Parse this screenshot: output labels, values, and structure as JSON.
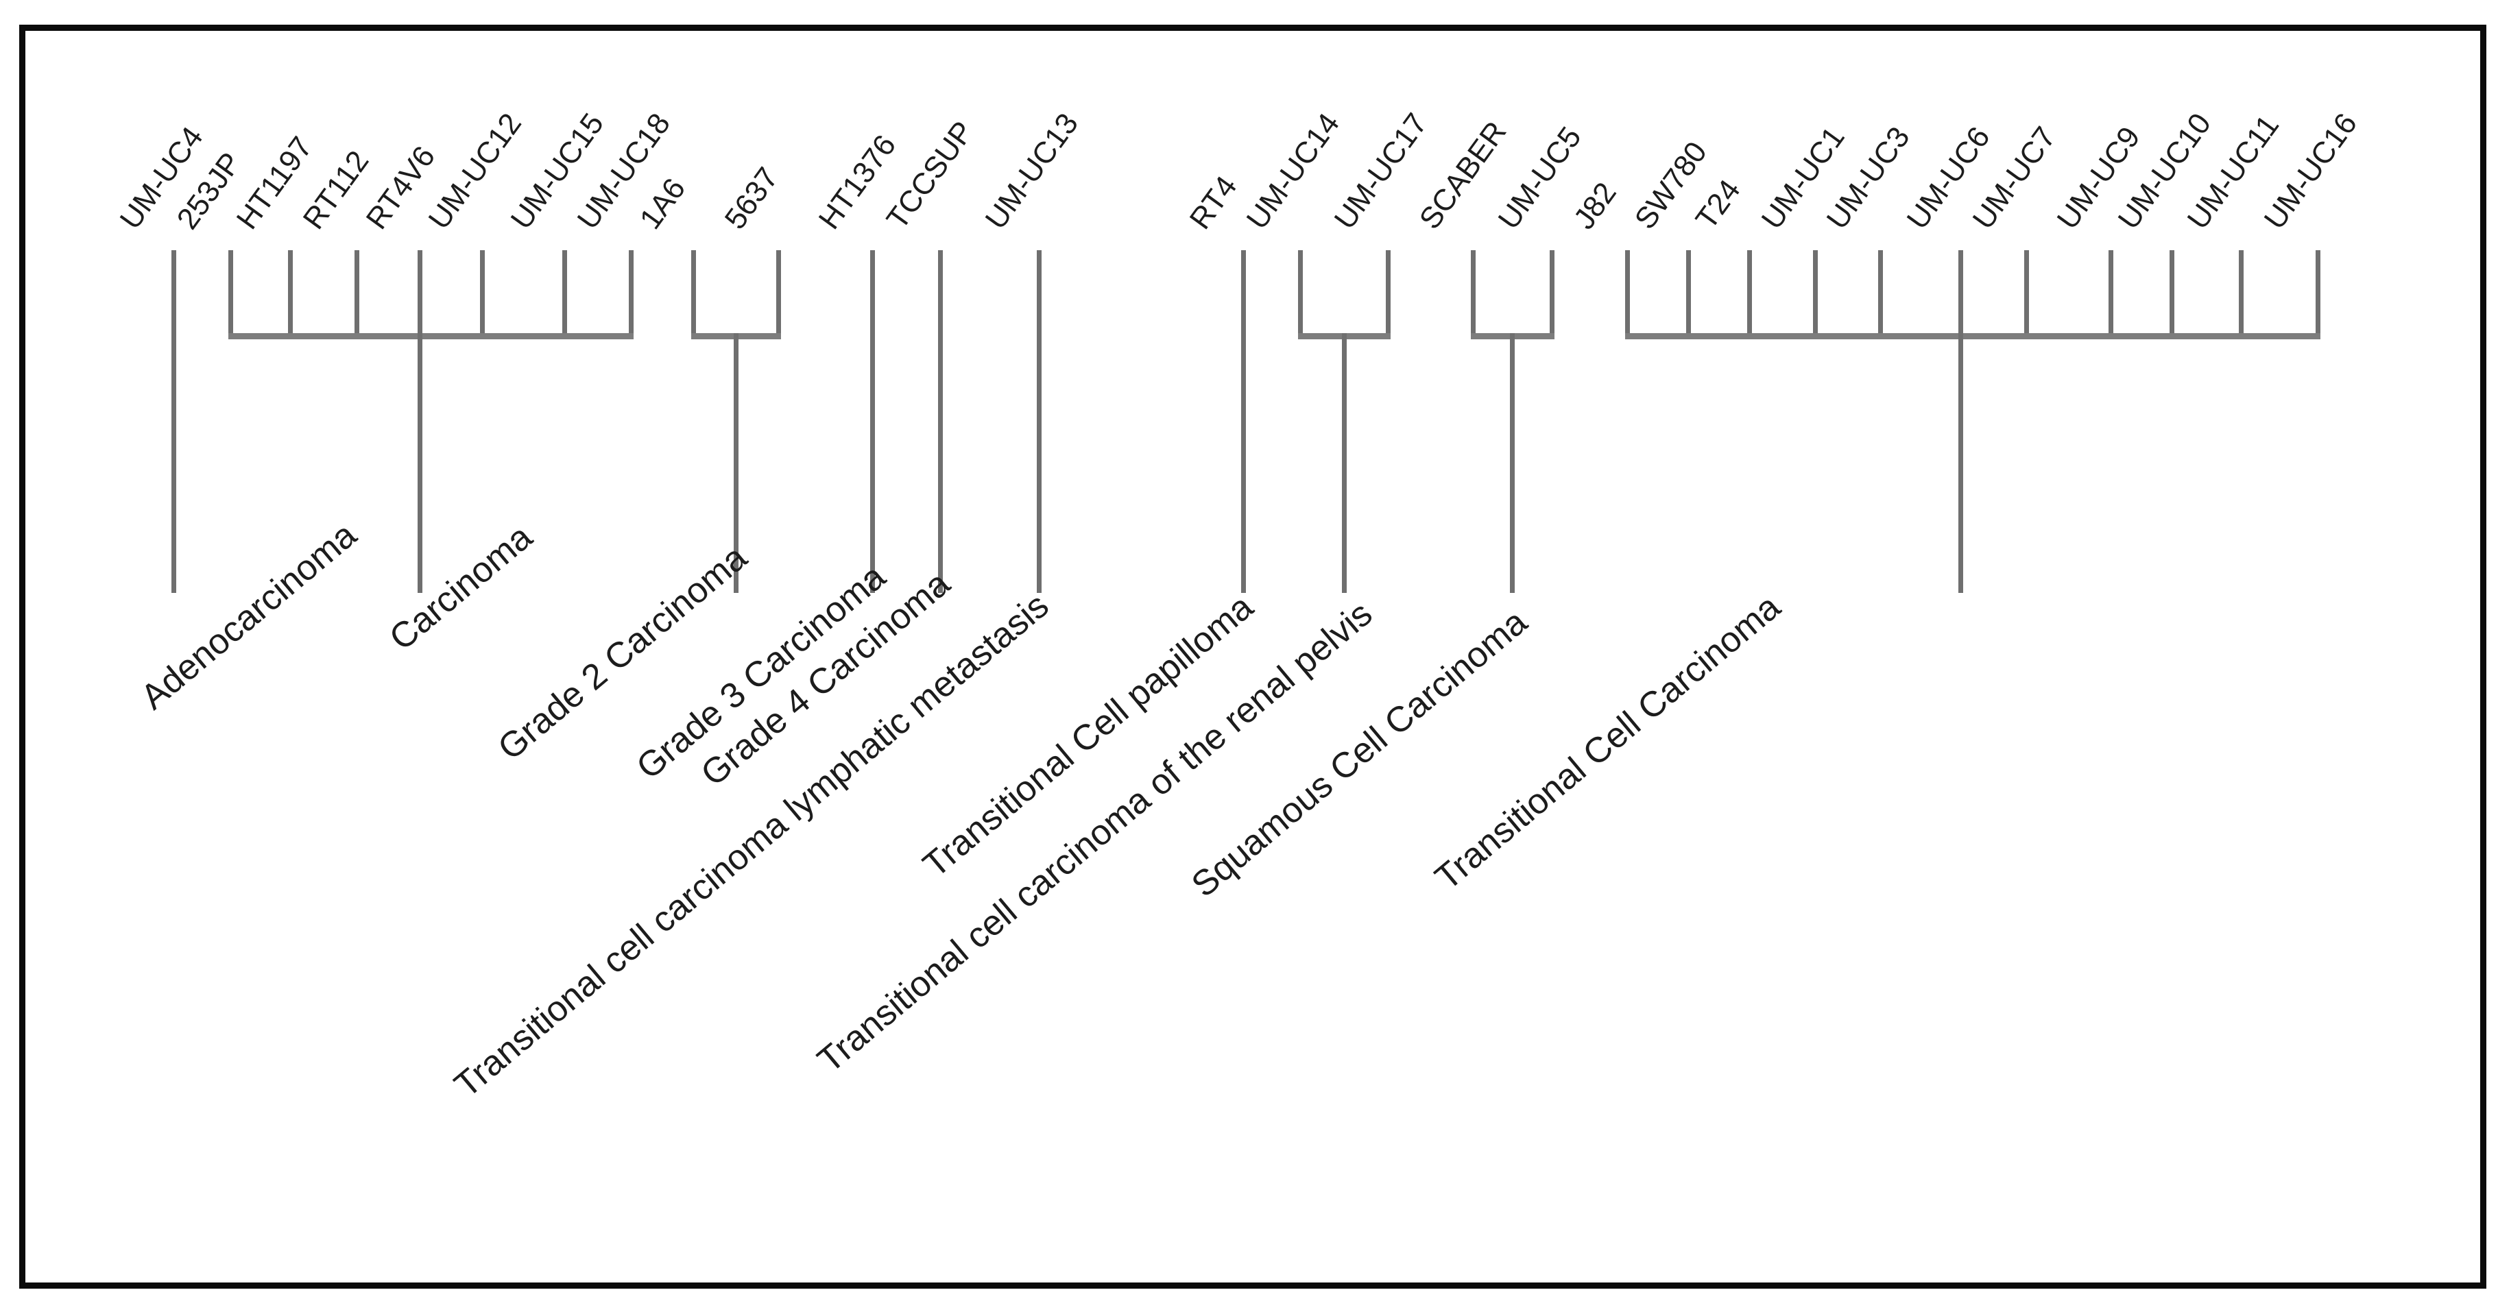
{
  "figure": {
    "description": "Hierarchical grouping of bladder cancer cell lines by histological classification",
    "groups": [
      {
        "category": "Adenocarcinoma",
        "cell_lines": [
          "UM-UC4"
        ]
      },
      {
        "category": "Carcinoma",
        "cell_lines": [
          "253JP",
          "HT1197",
          "RT112",
          "RT4V6",
          "UM-UC12",
          "UM-UC15",
          "UM-UC18"
        ]
      },
      {
        "category": "Grade 2 Carcinoma",
        "cell_lines": [
          "1A6",
          "5637"
        ]
      },
      {
        "category": "Grade 3 Carcinoma",
        "cell_lines": [
          "HT1376"
        ]
      },
      {
        "category": "Grade 4 Carcinoma",
        "cell_lines": [
          "TCCSUP"
        ]
      },
      {
        "category": "Transitional cell carcinoma lymphatic metastasis",
        "cell_lines": [
          "UM-UC13"
        ]
      },
      {
        "category": "Transitional Cell papilloma",
        "cell_lines": [
          "RT4"
        ]
      },
      {
        "category": "Transitional cell carcinoma of the renal pelvis",
        "cell_lines": [
          "UM-UC14",
          "UM-UC17"
        ]
      },
      {
        "category": "Squamous Cell Carcinoma",
        "cell_lines": [
          "SCABER",
          "UM-UC5"
        ]
      },
      {
        "category": "Transitional Cell Carcinoma",
        "cell_lines": [
          "J82",
          "SW780",
          "T24",
          "UM-UC1",
          "UM-UC3",
          "UM-UC6",
          "UM-UC7",
          "UM-UC9",
          "UM-UC10",
          "UM-UC11",
          "UM-UC16"
        ]
      }
    ],
    "colors": {
      "background": "#ffffff",
      "border": "#0b0b0b",
      "line": "#6f6f6f",
      "bracket": "#7d7d7d",
      "text": "#1c1c1c"
    }
  }
}
